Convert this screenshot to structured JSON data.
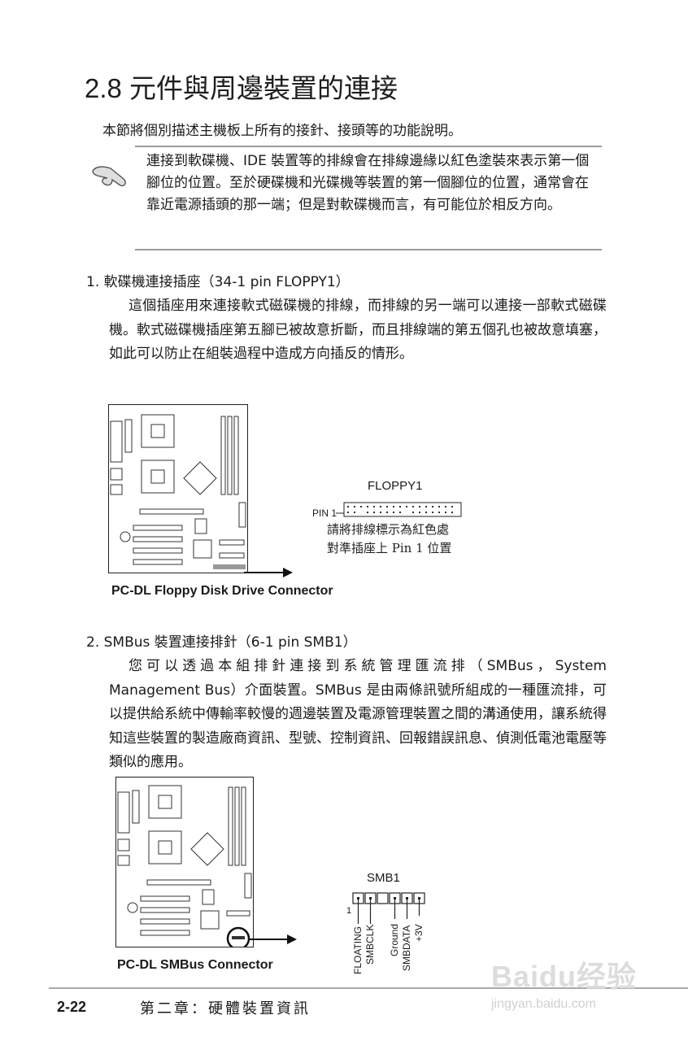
{
  "section": {
    "title": "2.8 元件與周邊裝置的連接",
    "intro": "本節將個別描述主機板上所有的接針、接頭等的功能說明。"
  },
  "note": {
    "icon": "pointing-hand-icon",
    "text": "連接到軟碟機、IDE 裝置等的排線會在排線邊緣以紅色塗裝來表示第一個腳位的位置。至於硬碟機和光碟機等裝置的第一個腳位的位置，通常會在靠近電源插頭的那一端；但是對軟碟機而言，有可能位於相反方向。"
  },
  "items": [
    {
      "heading": "1.  軟碟機連接插座（34-1 pin FLOPPY1）",
      "body": "這個插座用來連接軟式磁碟機的排線，而排線的另一端可以連接一部軟式磁碟機。軟式磁碟機插座第五腳已被故意折斷，而且排線端的第五個孔也被故意填塞，如此可以防止在組裝過程中造成方向插反的情形。",
      "figure": {
        "connector_label": "FLOPPY1",
        "pin_label": "PIN 1",
        "note_line1": "請將排線標示為紅色處",
        "note_line2": "對準插座上 Pin 1 位置",
        "caption": "PC-DL Floppy Disk Drive Connector"
      }
    },
    {
      "heading": "2.  SMBus 裝置連接排針（6-1 pin SMB1）",
      "body": "您可以透過本組排針連接到系統管理匯流排（SMBus，System Management Bus）介面裝置。SMBus 是由兩條訊號所組成的一種匯流排，可以提供給系統中傳輸率較慢的週邊裝置及電源管理裝置之間的溝通使用，讓系統得知這些裝置的製造廠商資訊、型號、控制資訊、回報錯誤訊息、偵測低電池電壓等類似的應用。",
      "figure": {
        "connector_label": "SMB1",
        "pin_number": "1",
        "pins": [
          "FLOATING",
          "SMBCLK",
          "",
          "Ground",
          "SMBDATA",
          "+3V"
        ],
        "caption": "PC-DL SMBus Connector"
      }
    }
  ],
  "footer": {
    "page_number": "2-22",
    "chapter": "第二章：硬體裝置資訊"
  },
  "watermark": {
    "brand": "Baidu经验",
    "url": "jingyan.baidu.com"
  }
}
